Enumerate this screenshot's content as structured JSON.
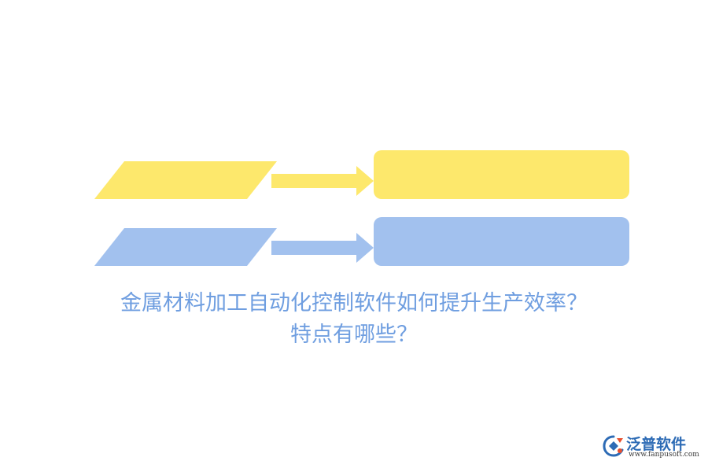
{
  "colors": {
    "yellow": "#fde86c",
    "blue": "#a2c1ee",
    "title_text": "#6f9ee0",
    "brand": "#2d6bb5",
    "brand_accent": "#e8502f"
  },
  "headline": {
    "line1": "金属材料加工自动化控制软件如何提升生产效率？",
    "line2": "特点有哪些？"
  },
  "logo": {
    "name": "泛普软件",
    "url": "www.fanpusoft.com",
    "icon": "fanpu-logo-icon"
  }
}
